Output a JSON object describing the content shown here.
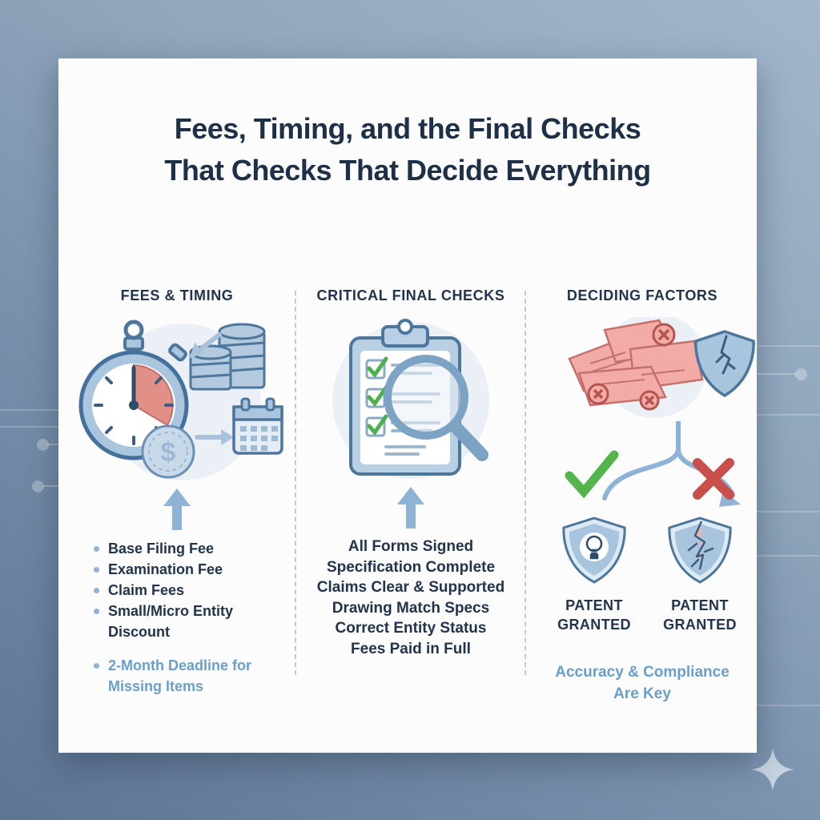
{
  "title": {
    "line1": "Fees, Timing, and the Final Checks",
    "line2": "That Checks That Decide Everything"
  },
  "columns": [
    {
      "header": "FEES & TIMING",
      "bullets": [
        "Base Filing Fee",
        "Examination Fee",
        "Claim Fees",
        "Small/Micro Entity Discount"
      ],
      "note_lines": [
        "2-Month Deadline for",
        "Missing Items"
      ]
    },
    {
      "header": "CRITICAL FINAL CHECKS",
      "items": [
        "All Forms Signed",
        "Specification Complete",
        "Claims Clear & Supported",
        "Drawing Match Specs",
        "Correct Entity Status",
        "Fees Paid in Full"
      ]
    },
    {
      "header": "DECIDING FACTORS",
      "outcomes": [
        {
          "label_lines": [
            "PATENT",
            "GRANTED"
          ]
        },
        {
          "label_lines": [
            "PATENT",
            "GRANTED"
          ]
        }
      ],
      "note_lines": [
        "Accuracy & Compliance",
        "Are Key"
      ]
    }
  ],
  "icons": {
    "column1": [
      "stopwatch-icon",
      "coin-stacks-icon",
      "dollar-coin-icon",
      "calendar-icon",
      "arrow-down-left-icon",
      "arrow-right-icon",
      "up-arrow-icon"
    ],
    "column2": [
      "clipboard-checklist-icon",
      "magnifier-icon",
      "up-arrow-icon"
    ],
    "column3": [
      "rejected-papers-icon",
      "cracked-shield-small-icon",
      "branch-path-icon",
      "check-icon",
      "x-icon",
      "shield-lightbulb-icon",
      "shield-cracked-icon"
    ],
    "background": [
      "circuit-node-icon",
      "sparkle-icon"
    ]
  },
  "colors": {
    "card": "#fcfcfc",
    "dark_text": "#22344c",
    "blue_note": "#699fc8",
    "accent_blue": "#8fb3d6",
    "icon_fill": "#aac5de",
    "icon_stroke": "#4d769c",
    "halo": "#e9eff5",
    "red": "#dd8a84",
    "red_strong": "#c94f4a",
    "green": "#54b54d",
    "bg_top": "#a3b6cb",
    "bg_bottom": "#5d7593"
  }
}
